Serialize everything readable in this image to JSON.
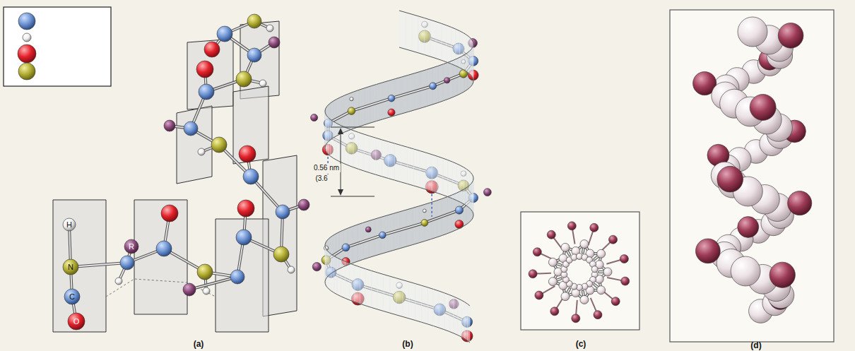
{
  "diagram": {
    "labels": [
      "H",
      "R",
      "N",
      "C",
      "O",
      "0.56 nm",
      "(3.6",
      "(a)",
      "(b)",
      "(c)",
      "(d)"
    ]
  }
}
